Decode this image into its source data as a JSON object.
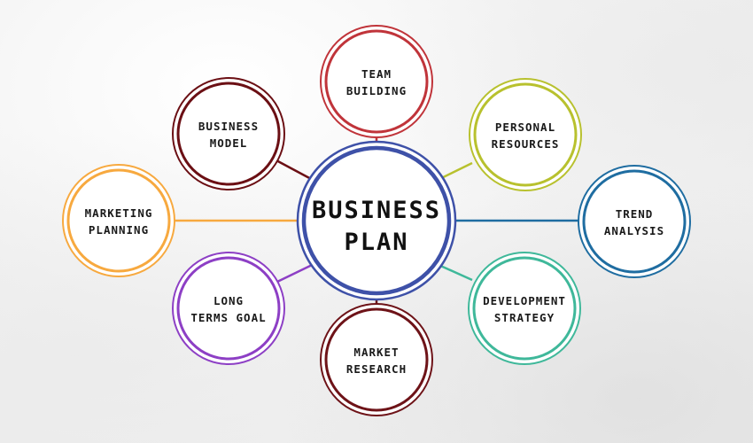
{
  "center": {
    "line1": "BUSINESS",
    "line2": "PLAN",
    "color": "#3e51a8"
  },
  "nodes": [
    {
      "id": "team-building",
      "line1": "TEAM",
      "line2": "BUILDING",
      "color": "#c0343a"
    },
    {
      "id": "personal-resources",
      "line1": "PERSONAL",
      "line2": "RESOURCES",
      "color": "#b8c12e"
    },
    {
      "id": "trend-analysis",
      "line1": "TREND",
      "line2": "ANALYSIS",
      "color": "#1f6da1"
    },
    {
      "id": "development-strategy",
      "line1": "DEVELOPMENT",
      "line2": "STRATEGY",
      "color": "#3fb89a"
    },
    {
      "id": "market-research",
      "line1": "MARKET",
      "line2": "RESEARCH",
      "color": "#6e1318"
    },
    {
      "id": "long-terms-goal",
      "line1": "LONG",
      "line2": "TERMS GOAL",
      "color": "#8d3fc5"
    },
    {
      "id": "marketing-planning",
      "line1": "MARKETING",
      "line2": "PLANNING",
      "color": "#f7a93f"
    },
    {
      "id": "business-model",
      "line1": "BUSINESS",
      "line2": "MODEL",
      "color": "#6b0f14"
    }
  ]
}
